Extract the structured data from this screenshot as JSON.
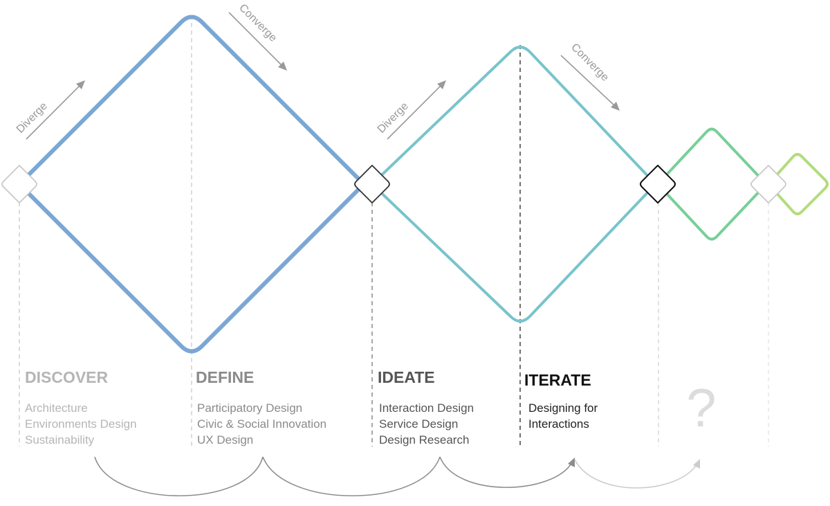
{
  "arrows": {
    "diverge_1": "Diverge",
    "converge_1": "Converge",
    "diverge_2": "Diverge",
    "converge_2": "Converge"
  },
  "phases": [
    {
      "title": "DISCOVER",
      "items": [
        "Architecture",
        "Environments Design",
        "Sustainability"
      ],
      "color": "#b5b5b5"
    },
    {
      "title": "DEFINE",
      "items": [
        "Participatory Design",
        "Civic & Social Innovation",
        "UX Design"
      ],
      "color": "#8a8a8a"
    },
    {
      "title": "IDEATE",
      "items": [
        "Interaction Design",
        "Service Design",
        "Design Research"
      ],
      "color": "#555555"
    },
    {
      "title": "ITERATE",
      "items": [
        "Designing for",
        "Interactions"
      ],
      "color": "#111111"
    }
  ],
  "unknown_phase": "?",
  "colors": {
    "diamond_1": "#7ba7d4",
    "diamond_2": "#78c4cb",
    "diamond_3": "#77cf98",
    "diamond_4": "#b3dc7d"
  }
}
